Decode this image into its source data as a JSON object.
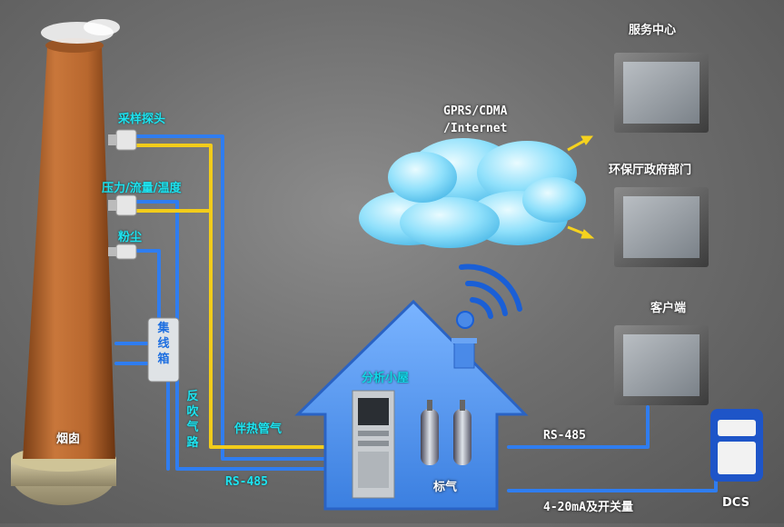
{
  "labels": {
    "sampling_probe": "采样探头",
    "pressure_flow_temp": "压力/流量/温度",
    "dust": "粉尘",
    "junction_box": "集线箱",
    "backflush_line": "反吹气路",
    "heated_pipe": "伴热管气",
    "rs485_left": "RS-485",
    "chimney": "烟囱",
    "analysis_house": "分析小屋",
    "standard_gas": "标气",
    "cloud": "GPRS/CDMA\n/Internet",
    "service_center": "服务中心",
    "epb": "环保厅政府部门",
    "client": "客户端",
    "rs485_right": "RS-485",
    "signal": "4-20mA及开关量",
    "dcs": "DCS"
  },
  "colors": {
    "background": "#6f6f6f",
    "pipe_blue": "#2f7df0",
    "pipe_yellow": "#f2cc1a",
    "label_cyan": "#1ee3f0",
    "house": "#5b9cf2",
    "chimney": "#b86a35",
    "cloud": "#6fd0f5"
  },
  "icons": [
    "monitor-icon",
    "wifi-signal-icon",
    "gas-cylinder-icon",
    "cloud-icon",
    "arrow-icon"
  ]
}
